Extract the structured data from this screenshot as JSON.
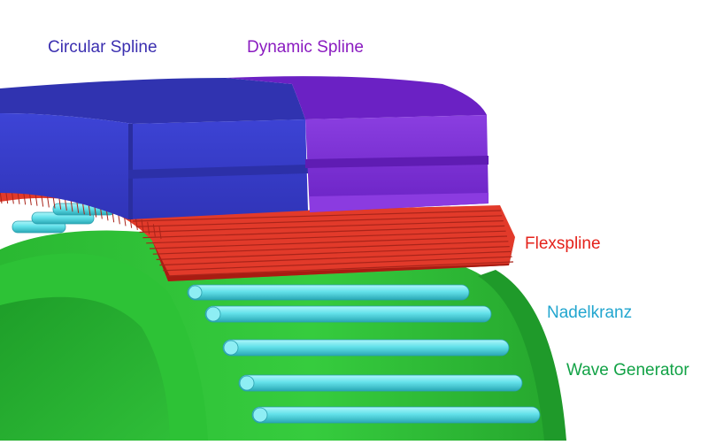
{
  "labels": {
    "circular_spline": {
      "text": "Circular Spline",
      "color": "#3b2fb0"
    },
    "dynamic_spline": {
      "text": "Dynamic Spline",
      "color": "#8a1bc0"
    },
    "flexspline": {
      "text": "Flexspline",
      "color": "#e4221b"
    },
    "nadelkranz": {
      "text": "Nadelkranz",
      "color": "#22a6cf"
    },
    "wave_generator": {
      "text": "Wave Generator",
      "color": "#12a246"
    }
  },
  "colors": {
    "circular_front": "#3a3fcf",
    "circular_top": "#3135b8",
    "dynamic_front": "#7a2fd6",
    "dynamic_top": "#6a1fc4",
    "flex": "#e23a2a",
    "flex_dark": "#a81c12",
    "needle": "#63e1ea",
    "needle_dark": "#2aa8b5",
    "wave": "#2fc63a",
    "wave_dark": "#1d9a2a",
    "bore": "#25b831"
  }
}
